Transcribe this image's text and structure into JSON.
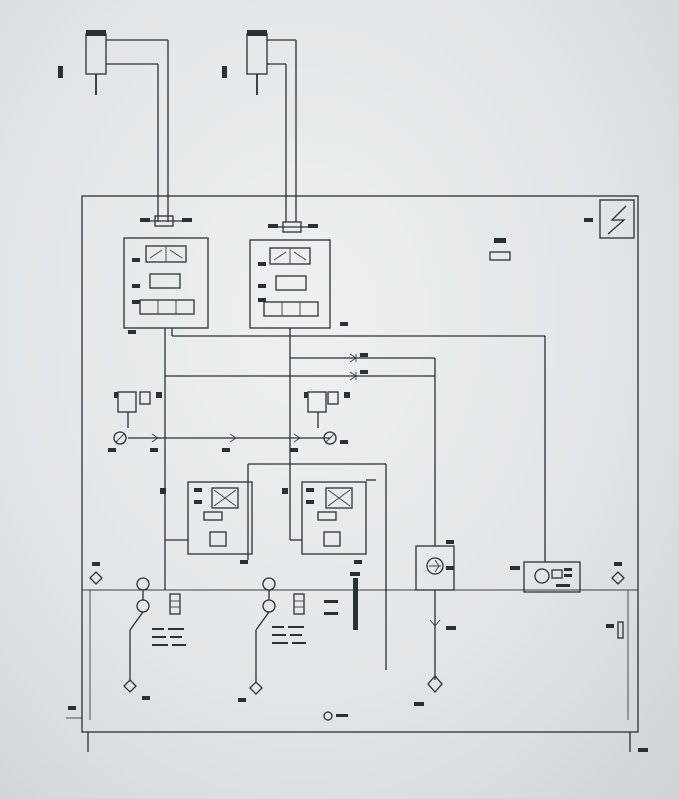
{
  "diagram": {
    "type": "hydraulic-schematic",
    "colors": {
      "background": "#e4e7e9",
      "line": "#2b3037"
    },
    "icons": [
      "cylinder-icon",
      "directional-valve-icon",
      "pressure-valve-icon",
      "pump-icon",
      "filter-icon",
      "gauge-icon",
      "electric-motor-icon",
      "tank-icon",
      "check-valve-icon"
    ],
    "components": {
      "cylinders": 2,
      "valve_blocks": 2,
      "pressure_modules": 2,
      "pumps": 2,
      "filter_units": 1,
      "accumulator_units": 1
    }
  }
}
